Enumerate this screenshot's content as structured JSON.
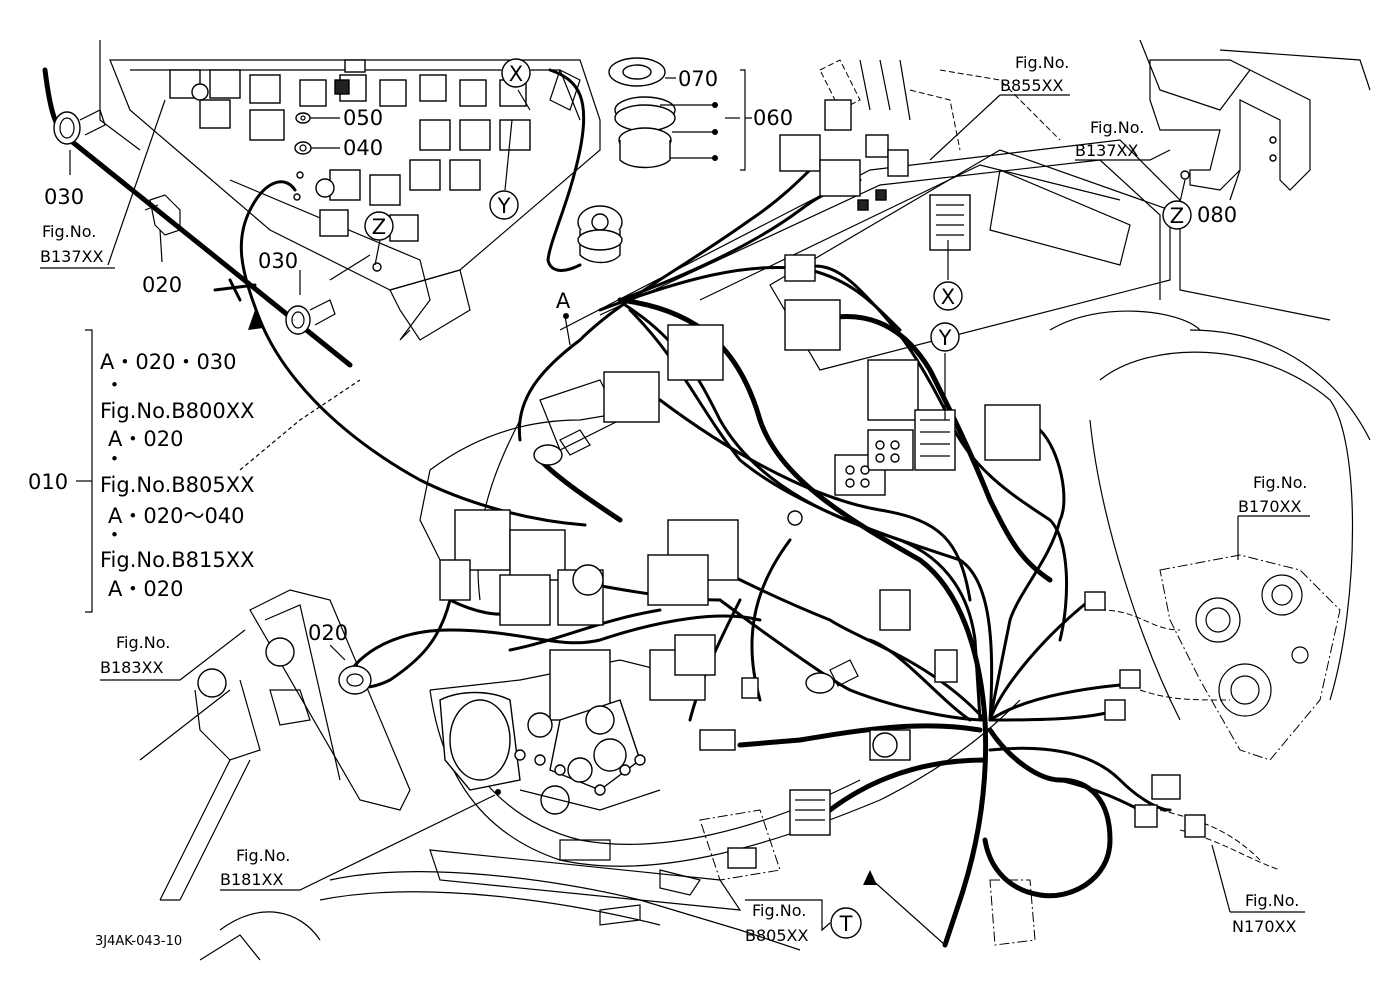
{
  "diagram": {
    "code": "3J4AK-043-10",
    "parts": {
      "p010": "010",
      "p020a": "020",
      "p020b": "020",
      "p030a": "030",
      "p030b": "030",
      "p040": "040",
      "p050": "050",
      "p060": "060",
      "p070": "070",
      "p080": "080"
    },
    "callout_markers": {
      "x_top": "X",
      "x_mid": "X",
      "y_top": "Y",
      "y_mid": "Y",
      "z_left": "Z",
      "z_right": "Z",
      "t": "T",
      "a_mark": "A"
    },
    "figure_refs": {
      "b137_left": [
        "Fig.No.",
        "B137XX"
      ],
      "b137_right": [
        "Fig.No.",
        "B137XX"
      ],
      "b855": [
        "Fig.No.",
        "B855XX"
      ],
      "b170": [
        "Fig.No.",
        "B170XX"
      ],
      "b183": [
        "Fig.No.",
        "B183XX"
      ],
      "b181": [
        "Fig.No.",
        "B181XX"
      ],
      "b805": [
        "Fig.No.",
        "B805XX"
      ],
      "n170": [
        "Fig.No.",
        "N170XX"
      ]
    },
    "legend_010": {
      "line1": "A・020・030",
      "dot1": "・",
      "line2": "Fig.No.B800XX",
      "line3": "A・020",
      "dot2": "・",
      "line4": "Fig.No.B805XX",
      "line5": "A・020～040",
      "dot3": "・",
      "line6": "Fig.No.B815XX",
      "line7": "A・020"
    }
  }
}
